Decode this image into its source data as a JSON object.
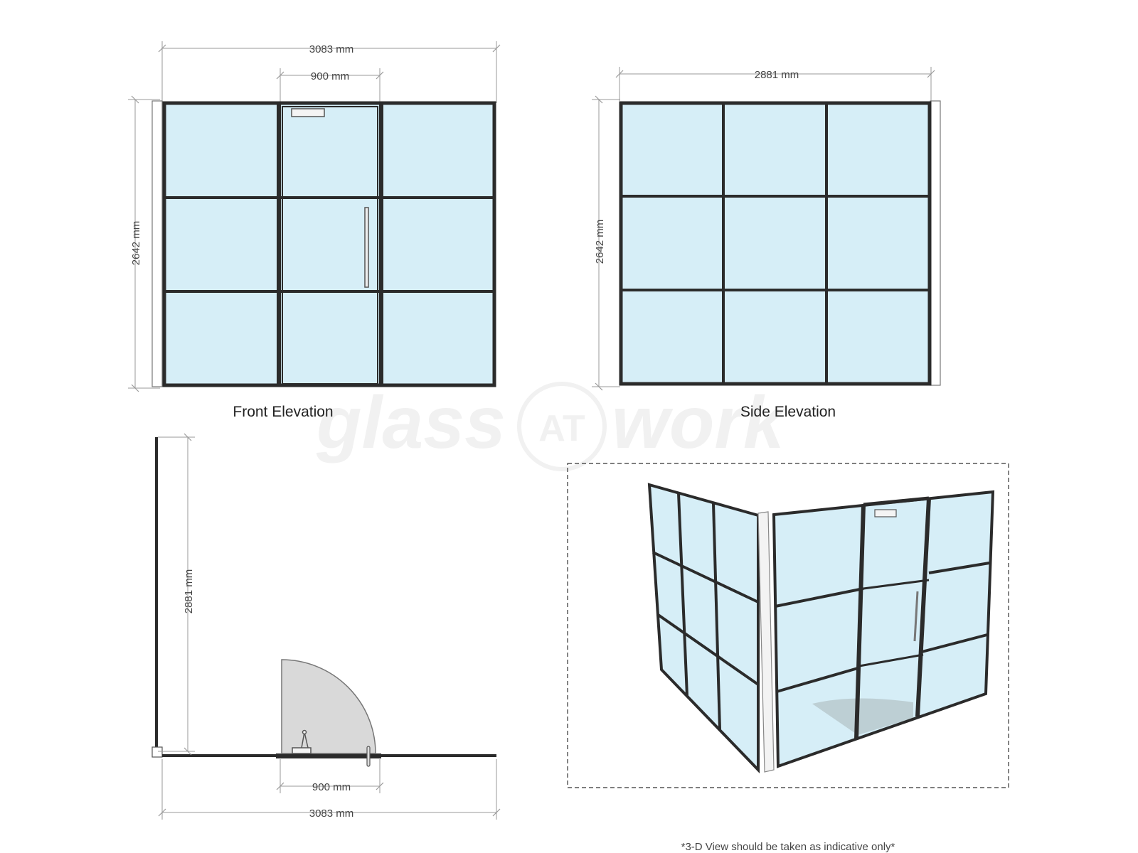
{
  "colors": {
    "frame": "#2b2b2b",
    "glass": "#d6eef7",
    "dim_line": "#9a9a9a",
    "door_swing": "#d9d9d9",
    "watermark": "#f1f1f1"
  },
  "watermark": {
    "left": "glass",
    "badge": "AT",
    "right": "work"
  },
  "front_elevation": {
    "title": "Front Elevation",
    "width_label": "3083 mm",
    "door_width_label": "900 mm",
    "height_label": "2642 mm"
  },
  "side_elevation": {
    "title": "Side Elevation",
    "width_label": "2881 mm",
    "height_label": "2642 mm"
  },
  "plan_view": {
    "depth_label": "2881 mm",
    "door_width_label": "900 mm",
    "width_label": "3083 mm"
  },
  "perspective_view": {
    "caption": "*3-D View should be taken as indicative only*"
  }
}
